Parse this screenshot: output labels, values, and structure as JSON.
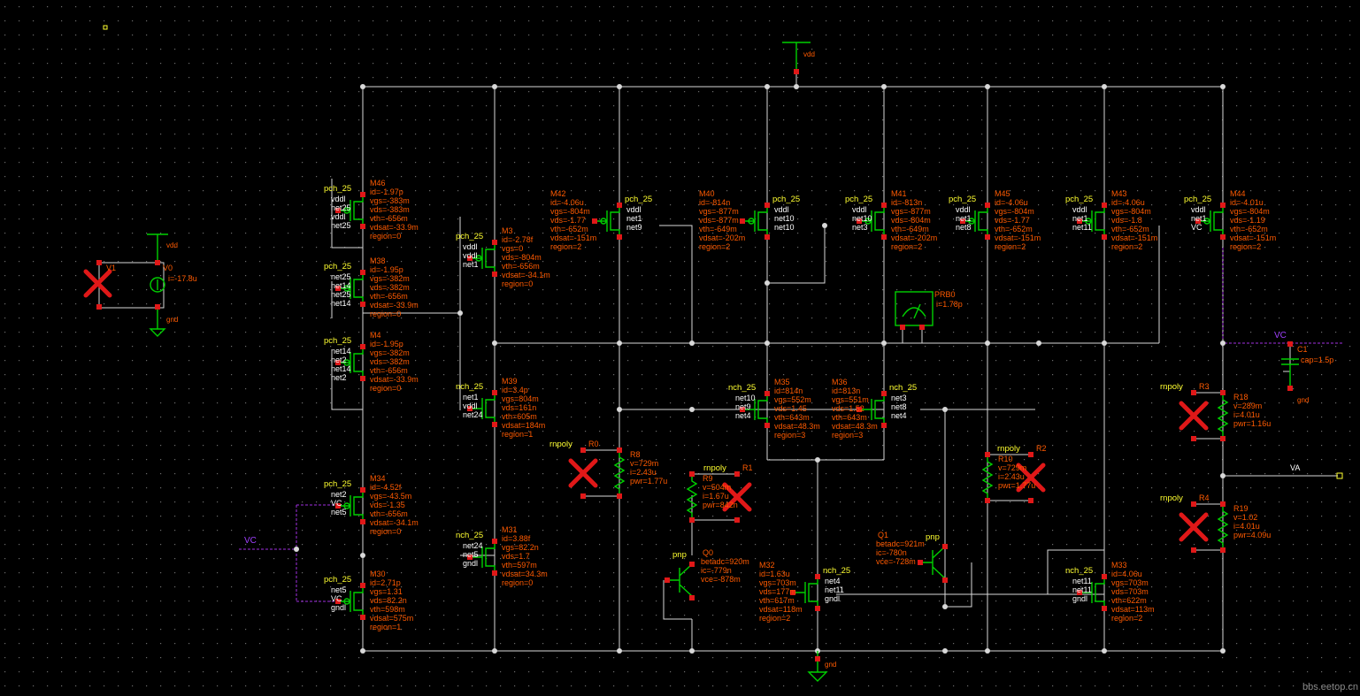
{
  "supply": {
    "vdd": "vdd",
    "gnd": "gnd"
  },
  "source_V1": {
    "name": "V1",
    "value": "i=-17.8u",
    "top": "vdd",
    "bottom": "gnd",
    "sub": "V0"
  },
  "probe": {
    "name": "PRB0",
    "value": "i=1.78p"
  },
  "cap": {
    "name": "C1",
    "value": "cap=1.5p",
    "gnd": "gnd"
  },
  "pin_labels": {
    "vc_left": "VC",
    "vc_right": "VC",
    "va": "VA"
  },
  "transistors": [
    {
      "key": "M46",
      "cell": "pch_25",
      "name": "M46",
      "pins": [
        "vddl",
        "net25",
        "vddl",
        "net25"
      ],
      "params": [
        "id=-1.97p",
        "vgs=-383m",
        "vds=-383m",
        "vth=-656m",
        "vdsat=-33.9m",
        "region=0"
      ]
    },
    {
      "key": "M38",
      "cell": "pch_25",
      "name": "M38",
      "pins": [
        "net25",
        "net14",
        "net25",
        "net14"
      ],
      "params": [
        "id=-1.95p",
        "vgs=-382m",
        "vds=-382m",
        "vth=-656m",
        "vdsat=-33.9m",
        "region=0"
      ]
    },
    {
      "key": "M4",
      "cell": "pch_25",
      "name": "M4",
      "pins": [
        "net14",
        "net2",
        "net14",
        "net2"
      ],
      "params": [
        "id=-1.95p",
        "vgs=-382m",
        "vds=-382m",
        "vth=-656m",
        "vdsat=-33.9m",
        "region=0"
      ]
    },
    {
      "key": "M3",
      "cell": "pch_25",
      "name": "M3",
      "pins": [
        "vddl",
        "vddl",
        "net1"
      ],
      "params": [
        "id=-2.78f",
        "vgs=0",
        "vds=-804m",
        "vth=-656m",
        "vdsat=-34.1m",
        "region=0"
      ]
    },
    {
      "key": "M39",
      "cell": "nch_25",
      "name": "M39",
      "pins": [
        "net1",
        "vddl",
        "net24"
      ],
      "params": [
        "id=3.4p",
        "vgs=804m",
        "vds=161n",
        "vth=605m",
        "vdsat=184m",
        "region=1"
      ]
    },
    {
      "key": "M34",
      "cell": "pch_25",
      "name": "M34",
      "pins": [
        "net2",
        "VC",
        "net5"
      ],
      "params": [
        "id=-4.52f",
        "vgs=-43.5m",
        "vds=-1.35",
        "vth=-656m",
        "vdsat=-34.1m",
        "region=0"
      ]
    },
    {
      "key": "M30",
      "cell": "pch_25",
      "name": "M30",
      "pins": [
        "net5",
        "VC",
        "gndl"
      ],
      "params": [
        "id=2.71p",
        "vgs=1.31",
        "vds=82.2n",
        "vth=598m",
        "vdsat=575m",
        "region=1"
      ]
    },
    {
      "key": "M31",
      "cell": "nch_25",
      "name": "M31",
      "pins": [
        "net24",
        "net5",
        "gndl"
      ],
      "params": [
        "id=3.88f",
        "vgs=82.2n",
        "vds=1.7",
        "vth=597m",
        "vdsat=34.3m",
        "region=0"
      ]
    },
    {
      "key": "M42",
      "cell": "pch_25",
      "name": "M42",
      "pins": [
        "vddl",
        "net1",
        "net9"
      ],
      "params": [
        "id=-4.06u",
        "vgs=-804m",
        "vds=-1.77",
        "vth=-652m",
        "vdsat=-151m",
        "region=2"
      ]
    },
    {
      "key": "M40",
      "cell": "pch_25",
      "name": "M40",
      "pins": [
        "vddl",
        "net10",
        "net10"
      ],
      "params": [
        "id=-814n",
        "vgs=-877m",
        "vds=-877m",
        "vth=-649m",
        "vdsat=-202m",
        "region=2"
      ]
    },
    {
      "key": "M41",
      "cell": "pch_25",
      "name": "M41",
      "pins": [
        "vddl",
        "net10",
        "net3"
      ],
      "params": [
        "id=-813n",
        "vgs=-877m",
        "vds=-804m",
        "vth=-649m",
        "vdsat=-202m",
        "region=2"
      ]
    },
    {
      "key": "M45",
      "cell": "pch_25",
      "name": "M45",
      "pins": [
        "vddl",
        "net1",
        "net8"
      ],
      "params": [
        "id=-4.06u",
        "vgs=-804m",
        "vds=-1.77",
        "vth=-652m",
        "vdsat=-151m",
        "region=2"
      ]
    },
    {
      "key": "M43",
      "cell": "pch_25",
      "name": "M43",
      "pins": [
        "vddl",
        "net1",
        "net11"
      ],
      "params": [
        "id=-4.06u",
        "vgs=-804m",
        "vds=-1.8",
        "vth=-652m",
        "vdsat=-151m",
        "region=2"
      ]
    },
    {
      "key": "M44",
      "cell": "pch_25",
      "name": "M44",
      "pins": [
        "vddl",
        "net1",
        "VC"
      ],
      "params": [
        "id=-4.01u",
        "vgs=-804m",
        "vds=-1.19",
        "vth=-652m",
        "vdsat=-151m",
        "region=2"
      ]
    },
    {
      "key": "M35",
      "cell": "nch_25",
      "name": "M35",
      "pins": [
        "net10",
        "net9",
        "net4"
      ],
      "params": [
        "id=814n",
        "vgs=552m",
        "vds=1.45",
        "vth=643m",
        "vdsat=48.3m",
        "region=3"
      ]
    },
    {
      "key": "M36",
      "cell": "nch_25",
      "name": "M36",
      "pins": [
        "net3",
        "net8",
        "net4"
      ],
      "params": [
        "id=813n",
        "vgs=551m",
        "vds=1.52",
        "vth=643m",
        "vdsat=48.3m",
        "region=3"
      ]
    },
    {
      "key": "M32",
      "cell": "nch_25",
      "name": "M32",
      "pins": [
        "net4",
        "net11",
        "gndl"
      ],
      "params": [
        "id=1.63u",
        "vgs=703m",
        "vds=177m",
        "vth=617m",
        "vdsat=118m",
        "region=2"
      ]
    },
    {
      "key": "M33",
      "cell": "nch_25",
      "name": "M33",
      "pins": [
        "net11",
        "net11",
        "gndl"
      ],
      "params": [
        "id=4.06u",
        "vgs=703m",
        "vds=703m",
        "vth=622m",
        "vdsat=113m",
        "region=2"
      ]
    }
  ],
  "resistors": [
    {
      "key": "R0",
      "cell": "rnpoly",
      "name": "R0",
      "inst": "R8",
      "params": [
        "v=729m",
        "i=2.43u",
        "pwr=1.77u"
      ]
    },
    {
      "key": "R1",
      "cell": "rnpoly",
      "name": "R1",
      "inst": "R9",
      "params": [
        "v=504m",
        "i=1.67u",
        "pwr=842n"
      ]
    },
    {
      "key": "R2",
      "cell": "rnpoly",
      "name": "R2",
      "inst": "R10",
      "params": [
        "v=729m",
        "i=2.43u",
        "pwr=1.77u"
      ]
    },
    {
      "key": "R3",
      "cell": "rnpoly",
      "name": "R3",
      "inst": "R18",
      "params": [
        "v=289m",
        "i=4.01u",
        "pwr=1.16u"
      ]
    },
    {
      "key": "R4",
      "cell": "rnpoly",
      "name": "R4",
      "inst": "R19",
      "params": [
        "v=1.02",
        "i=4.01u",
        "pwr=4.09u"
      ]
    }
  ],
  "bjts": [
    {
      "key": "Q0",
      "cell": "pnp",
      "name": "Q0",
      "params": [
        "betadc=920m",
        "ic=-779n",
        "vce=-878m"
      ]
    },
    {
      "key": "Q1",
      "cell": "pnp",
      "name": "Q1",
      "params": [
        "betadc=921m",
        "ic=-780n",
        "vce=-728m"
      ]
    }
  ],
  "watermark": "bbs.eetop.cn",
  "colors": {
    "background": "#000000",
    "wire": "#d8d8d8",
    "device": "#00d000",
    "annotation": "#ff5a00",
    "cell": "#ffff30",
    "pin": "#e01818",
    "label": "#a040ff"
  }
}
